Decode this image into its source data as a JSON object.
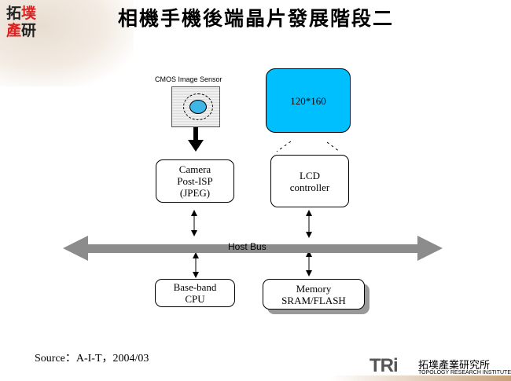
{
  "header": {
    "logo_text": "拓墣產研",
    "title": "相機手機後端晶片發展階段二"
  },
  "diagram": {
    "sensor_label": "CMOS Image Sensor",
    "lcd_display": "120*160",
    "camera_box": [
      "Camera",
      "Post-ISP",
      "(JPEG)"
    ],
    "lcd_controller": [
      "LCD",
      "controller"
    ],
    "bus_label": "Host  Bus",
    "baseband": [
      "Base-band",
      "CPU"
    ],
    "memory": [
      "Memory",
      "SRAM/FLASH"
    ],
    "colors": {
      "lcd": "#00bfff",
      "bus": "#8c8c8c",
      "sensor_lens": "#3fb6e8"
    }
  },
  "footer": {
    "source": "Source：A-I-T，2004/03",
    "brand": "TRi",
    "brand_cn": "拓墣產業研究所",
    "brand_en": "TOPOLOGY RESEARCH INSTITUTE"
  }
}
